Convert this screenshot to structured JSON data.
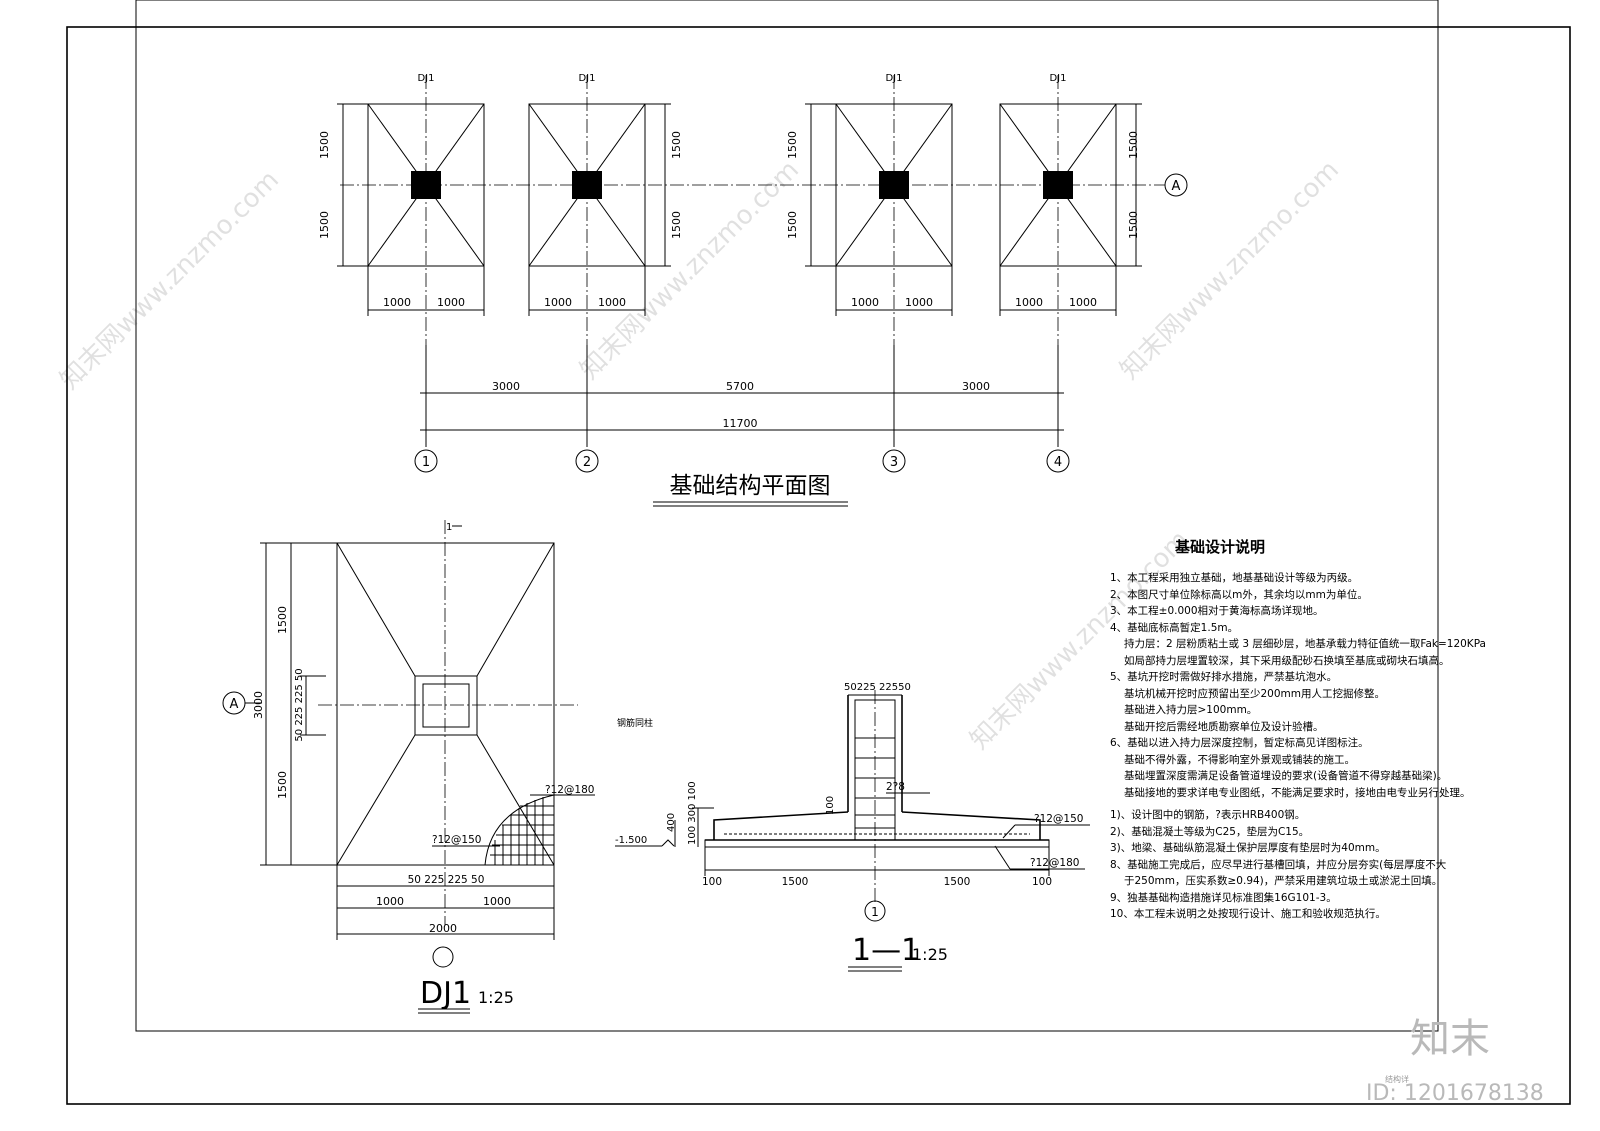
{
  "plan": {
    "title": "基础结构平面图",
    "column_tag": "DJ1",
    "row_label": "A",
    "dim_half_y": "1500",
    "dim_half_x": "1000",
    "span_1": "3000",
    "span_2": "5700",
    "span_3": "3000",
    "span_total": "11700",
    "axes": [
      "1",
      "2",
      "3",
      "4"
    ]
  },
  "dj1": {
    "title": "DJ1",
    "scale": "1:25",
    "section_mark": "1",
    "axis_A": "A",
    "dim_1500": "1500",
    "dim_3000": "3000",
    "dim_col": "50 225 225 50",
    "dim_bottom_col": "50 225 225 50",
    "dim_1000": "1000",
    "dim_2000": "2000",
    "rebar_1": "?12@180",
    "rebar_2": "?12@150",
    "axis_bottom": ""
  },
  "section": {
    "title": "1—1",
    "scale": "1:25",
    "col_label": "钢筋同柱",
    "top_dims": "50225 22550",
    "stirrup": "2?8",
    "dim_100": "100",
    "elev": "-1.500",
    "left_dims": "100 300 100",
    "left_dim_400": "400",
    "rebar_top": "?12@150",
    "rebar_bot": "?12@180",
    "dim_edge": "100",
    "dim_1500": "1500",
    "axis": "1"
  },
  "notes": {
    "title": "基础设计说明",
    "lines": [
      "1、本工程采用独立基础，地基基础设计等级为丙级。",
      "2、本图尺寸单位除标高以m外，其余均以mm为单位。",
      "3、本工程±0.000相对于黄海标高场详现地。",
      "4、基础底标高暂定1.5m。",
      "持力层：2 层粉质粘土或 3 层细砂层，地基承载力特征值统一取Fak=120KPa",
      "如局部持力层埋置较深，其下采用级配砂石换填至基底或砌块石填高。",
      "5、基坑开挖时需做好排水措施，严禁基坑泡水。",
      "基坑机械开挖时应预留出至少200mm用人工挖掘修整。",
      "基础进入持力层>100mm。",
      "基础开挖后需经地质勘察单位及设计验槽。",
      "6、基础以进入持力层深度控制，暂定标高见详图标注。",
      "基础不得外露，不得影响室外景观或铺装的施工。",
      "基础埋置深度需满足设备管道埋设的要求(设备管道不得穿越基础梁)。",
      "基础接地的要求详电专业图纸，不能满足要求时，接地由电专业另行处理。",
      "1)、设计图中的钢筋，?表示HRB400钢。",
      "2)、基础混凝土等级为C25，垫层为C15。",
      "3)、地梁、基础纵筋混凝土保护层厚度有垫层时为40mm。",
      "8、基础施工完成后，应尽早进行基槽回填，并应分层夯实(每层厚度不大",
      "于250mm，压实系数≥0.94)，严禁采用建筑垃圾土或淤泥土回填。",
      "9、独基基础构造措施详见标准图集16G101-3。",
      "10、本工程未说明之处按现行设计、施工和验收规范执行。"
    ]
  },
  "branding": {
    "logo": "知末",
    "id_text": "ID: 1201678138",
    "small_text": "结构详",
    "watermark": "知末网www.znzmo.com"
  }
}
